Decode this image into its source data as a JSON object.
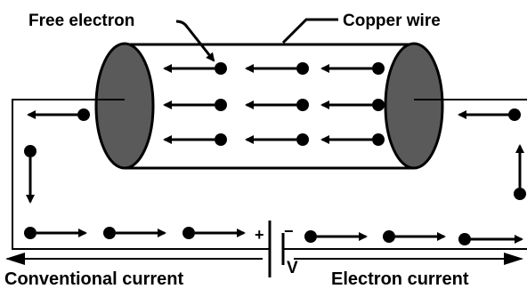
{
  "labels": {
    "free_electron": "Free electron",
    "copper_wire": "Copper wire",
    "conventional_current": "Conventional current",
    "electron_current": "Electron current",
    "voltage": "V",
    "plus": "+",
    "minus": "−"
  },
  "colors": {
    "ink": "#000000",
    "end_cap": "#5a5a5a",
    "background": "#ffffff"
  }
}
